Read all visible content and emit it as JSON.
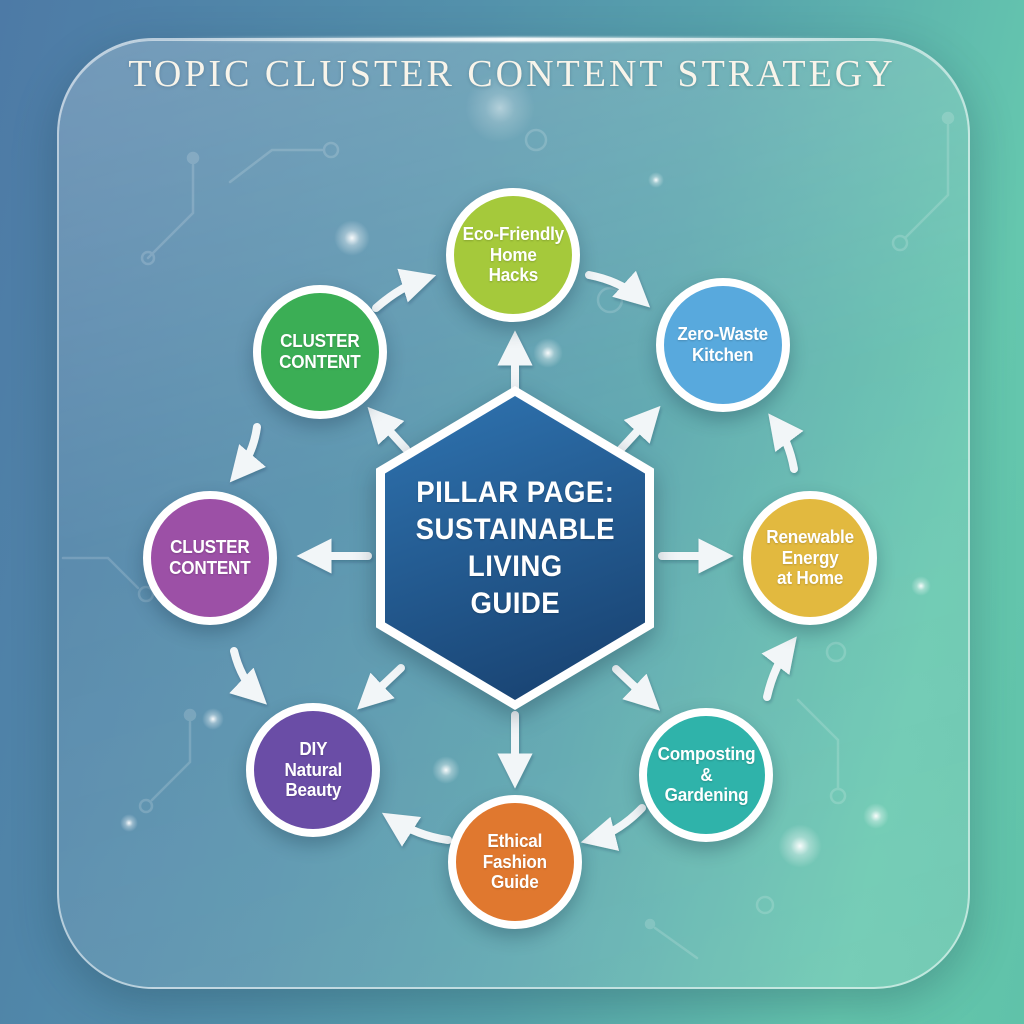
{
  "title": "TOPIC CLUSTER CONTENT STRATEGY",
  "pillar": {
    "label": "PILLAR PAGE:\nSUSTAINABLE\nLIVING\nGUIDE",
    "shape": "hexagon",
    "color_top": "#2f74b1",
    "color_bottom": "#173f6d"
  },
  "nodes": [
    {
      "id": "eco-friendly-home-hacks",
      "label": "Eco-Friendly\nHome\nHacks",
      "color": "#a5c93b",
      "position": "top"
    },
    {
      "id": "zero-waste-kitchen",
      "label": "Zero-Waste\nKitchen",
      "color": "#58a9dd",
      "position": "top-right"
    },
    {
      "id": "renewable-energy-at-home",
      "label": "Renewable\nEnergy\nat Home",
      "color": "#e2b93f",
      "position": "right"
    },
    {
      "id": "composting-gardening",
      "label": "Composting\n&\nGardening",
      "color": "#2fb3aa",
      "position": "bottom-right"
    },
    {
      "id": "ethical-fashion-guide",
      "label": "Ethical\nFashion\nGuide",
      "color": "#e0782f",
      "position": "bottom"
    },
    {
      "id": "diy-natural-beauty",
      "label": "DIY\nNatural\nBeauty",
      "color": "#6a4da6",
      "position": "bottom-left"
    },
    {
      "id": "cluster-content-left",
      "label": "CLUSTER\nCONTENT",
      "color": "#9c50a6",
      "position": "left"
    },
    {
      "id": "cluster-content-top-left",
      "label": "CLUSTER\nCONTENT",
      "color": "#3bae55",
      "position": "top-left"
    }
  ],
  "arrow_flows": [
    "center-to-each-node",
    "top-left-to-top",
    "top-to-top-right",
    "right-to-top-right",
    "bottom-right-to-right",
    "bottom-right-to-bottom",
    "bottom-to-bottom-left",
    "left-to-bottom-left",
    "top-left-to-left"
  ],
  "palette": {
    "background_blue": "#4d7aa6",
    "background_teal": "#65c7ae",
    "arrow_white": "#f2f6f8",
    "title_color": "#f8f4ea"
  }
}
